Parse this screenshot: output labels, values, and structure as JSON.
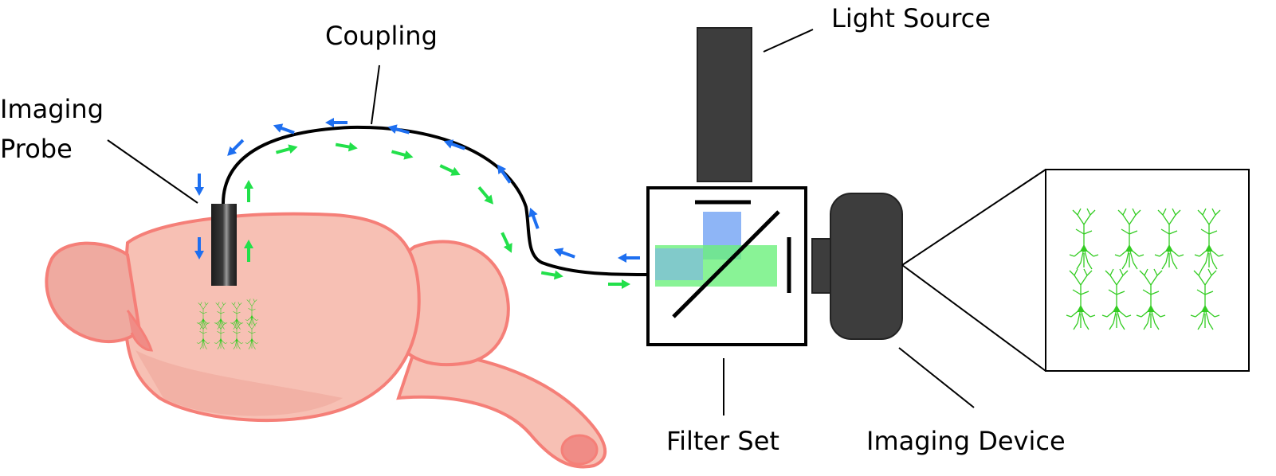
{
  "labels": {
    "imaging_probe_line1": "Imaging",
    "imaging_probe_line2": "Probe",
    "coupling": "Coupling",
    "light_source": "Light Source",
    "filter_set": "Filter Set",
    "imaging_device": "Imaging Device"
  },
  "colors": {
    "excitation_arrow": "#1e6ff0",
    "emission_arrow": "#22e04a",
    "brain_fill": "#f7c0b4",
    "brain_outline": "#f57f78",
    "device_fill": "#3d3d3d",
    "neuron": "#33cc22",
    "filter_blue": "#7aa8f5",
    "filter_green": "#6cf07c"
  }
}
